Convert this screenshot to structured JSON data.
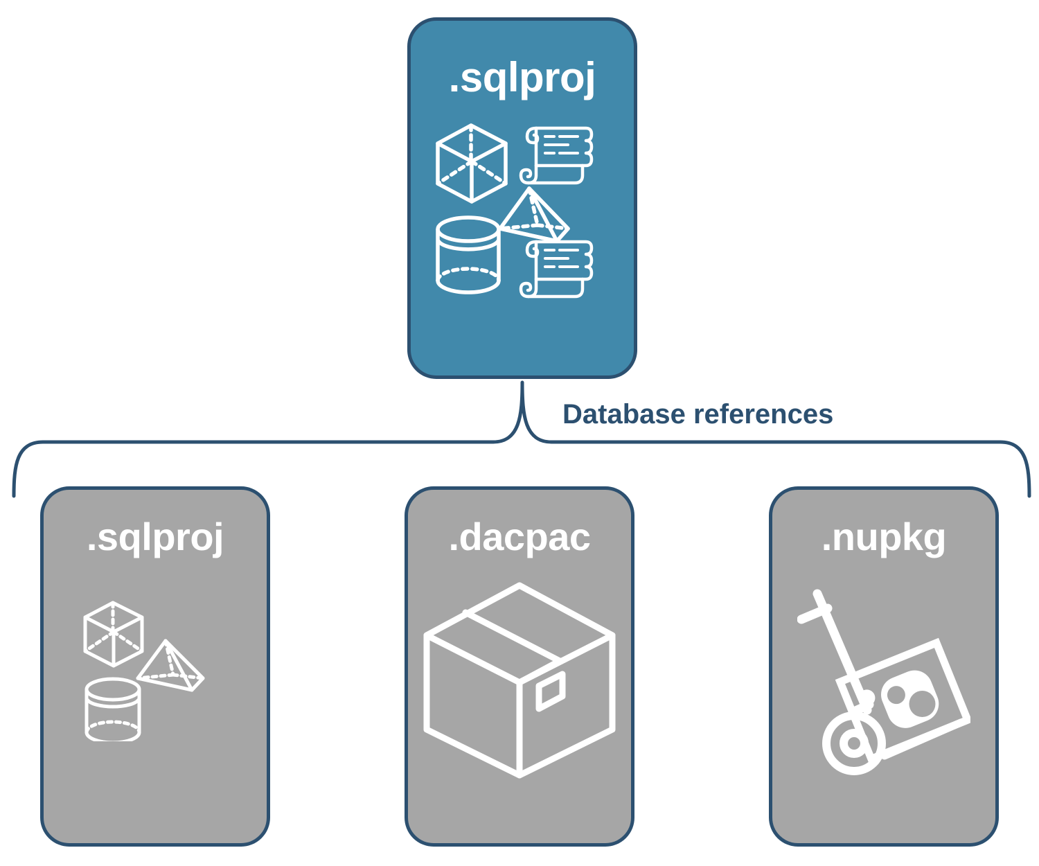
{
  "diagram": {
    "title": "Database references",
    "colors": {
      "primary_fill": "#4189ab",
      "secondary_fill": "#a6a6a6",
      "stroke": "#2c5070",
      "icon": "#ffffff",
      "background": "#ffffff"
    },
    "root": {
      "label": ".sqlproj",
      "fill": "primary",
      "icons": [
        "cube-icon",
        "scroll-icon",
        "pyramid-icon",
        "cylinder-icon",
        "scroll-icon"
      ]
    },
    "connector": {
      "label": "Database references",
      "type": "curly-brace",
      "orientation": "down"
    },
    "children": [
      {
        "label": ".sqlproj",
        "fill": "secondary",
        "icons": [
          "cube-icon",
          "pyramid-icon",
          "cylinder-icon"
        ]
      },
      {
        "label": ".dacpac",
        "fill": "secondary",
        "icons": [
          "package-box-icon"
        ]
      },
      {
        "label": ".nupkg",
        "fill": "secondary",
        "icons": [
          "hand-truck-icon",
          "nuget-crate-icon"
        ]
      }
    ]
  }
}
